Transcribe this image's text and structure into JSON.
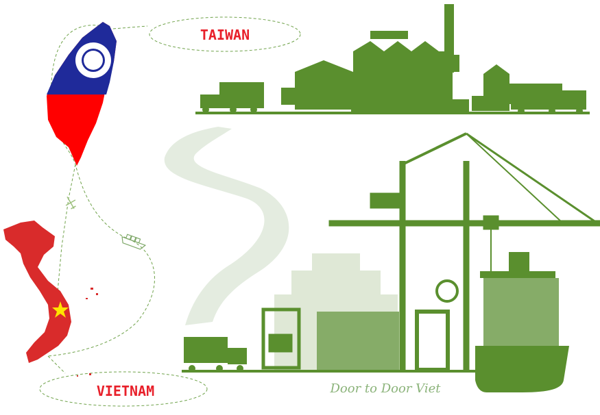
{
  "labels": {
    "origin": "TAIWAN",
    "destination": "VIETNAM",
    "brand": "Door to Door Viet"
  },
  "icons": {
    "route_air": "airplane-icon",
    "route_sea": "cargo-ship-icon",
    "capital_marker": "star-icon"
  },
  "colors": {
    "green": "#5a8f2e",
    "light_green": "#9cc07c",
    "red": "#e8202a",
    "taiwan_blue": "#1f2a9a",
    "taiwan_red": "#ff0000",
    "star_yellow": "#ffe400",
    "road": "#e4ece0"
  }
}
